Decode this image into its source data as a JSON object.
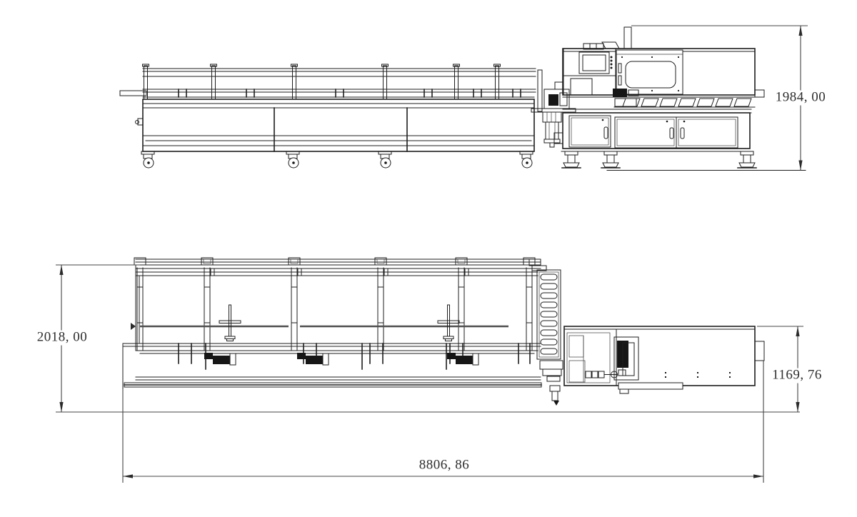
{
  "drawing": {
    "type": "engineering_dimension_drawing",
    "subject": "horizontal cartoning packaging machine with long infeed conveyor",
    "views": {
      "side_elevation": {
        "name": "side-elevation-view"
      },
      "top_plan": {
        "name": "top-plan-view"
      }
    },
    "dimensions": {
      "machine_height": {
        "label": "1984, 00",
        "value": 1984.0,
        "unit": "mm",
        "view": "side_elevation",
        "orientation": "vertical",
        "position": "right"
      },
      "overall_width": {
        "label": "2018, 00",
        "value": 2018.0,
        "unit": "mm",
        "view": "top_plan",
        "orientation": "vertical",
        "position": "left"
      },
      "outfeed_width": {
        "label": "1169, 76",
        "value": 1169.76,
        "unit": "mm",
        "view": "top_plan",
        "orientation": "vertical",
        "position": "right"
      },
      "overall_length": {
        "label": "8806, 86",
        "value": 8806.86,
        "unit": "mm",
        "view": "top_plan",
        "orientation": "horizontal",
        "position": "bottom"
      }
    },
    "colors": {
      "line": "#1d1d1d",
      "background": "#ffffff",
      "dimension_text": "#2e2e2e"
    }
  }
}
